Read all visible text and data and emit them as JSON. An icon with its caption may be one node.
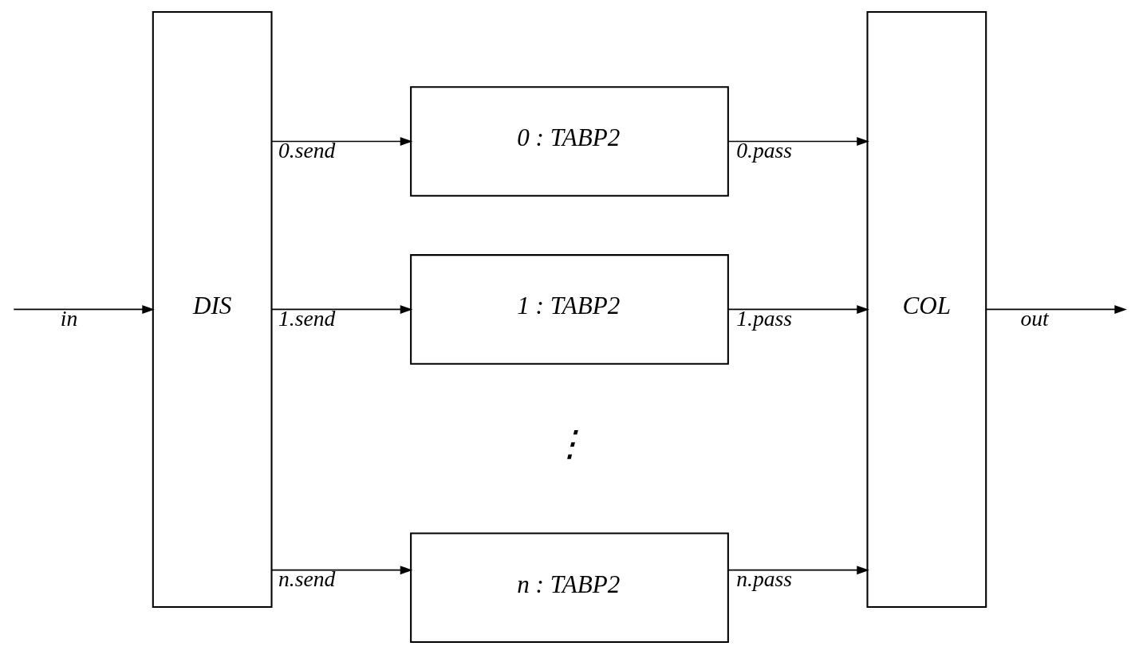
{
  "diagram": {
    "nodes": [
      {
        "text": [
          "DIS"
        ]
      },
      {
        "text": [
          "0 : TABP2"
        ]
      },
      {
        "text": [
          "1 : TABP2"
        ]
      },
      {
        "text": [
          "n : TABP2"
        ]
      },
      {
        "text": [
          "COL"
        ]
      }
    ],
    "edges": [
      {
        "from": null,
        "to": 0,
        "arrow": "to",
        "label": "in"
      },
      {
        "from": 0,
        "to": 1,
        "arrow": "to",
        "label": "0.send"
      },
      {
        "from": 0,
        "to": 2,
        "arrow": "to",
        "label": "1.send"
      },
      {
        "from": 0,
        "to": 3,
        "arrow": "to",
        "label": "n.send"
      },
      {
        "from": 1,
        "to": 4,
        "arrow": "to",
        "label": "0.pass"
      },
      {
        "from": 2,
        "to": 4,
        "arrow": "to",
        "label": "1.pass"
      },
      {
        "from": 3,
        "to": 4,
        "arrow": "to",
        "label": "n.pass"
      },
      {
        "from": 4,
        "to": null,
        "arrow": "to",
        "label": "out"
      }
    ],
    "labels": [
      "⋮"
    ]
  }
}
